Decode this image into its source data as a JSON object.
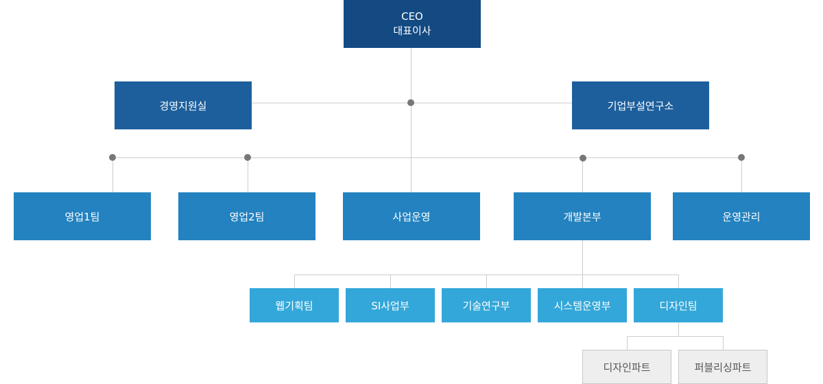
{
  "org": {
    "ceo": {
      "line1": "CEO",
      "line2": "대표이사"
    },
    "staff": {
      "management_support": "경영지원실",
      "research_institute": "기업부설연구소"
    },
    "divisions": {
      "sales1": "영업1팀",
      "sales2": "영업2팀",
      "business_ops": "사업운영",
      "development": "개발본부",
      "operations": "운영관리"
    },
    "dev_teams": {
      "web_planning": "웹기획팀",
      "si_business": "SI사업부",
      "tech_research": "기술연구부",
      "system_ops": "시스템운영부",
      "design": "디자인팀"
    },
    "design_parts": {
      "design_part": "디자인파트",
      "publishing_part": "퍼블리싱파트"
    }
  },
  "colors": {
    "ceo": "#134a82",
    "staff": "#1d5f9c",
    "division": "#2382bf",
    "team": "#33a7d9",
    "part_bg": "#eeeeee",
    "part_text": "#555555",
    "connector": "#cccccc",
    "node_dot": "#777777"
  }
}
